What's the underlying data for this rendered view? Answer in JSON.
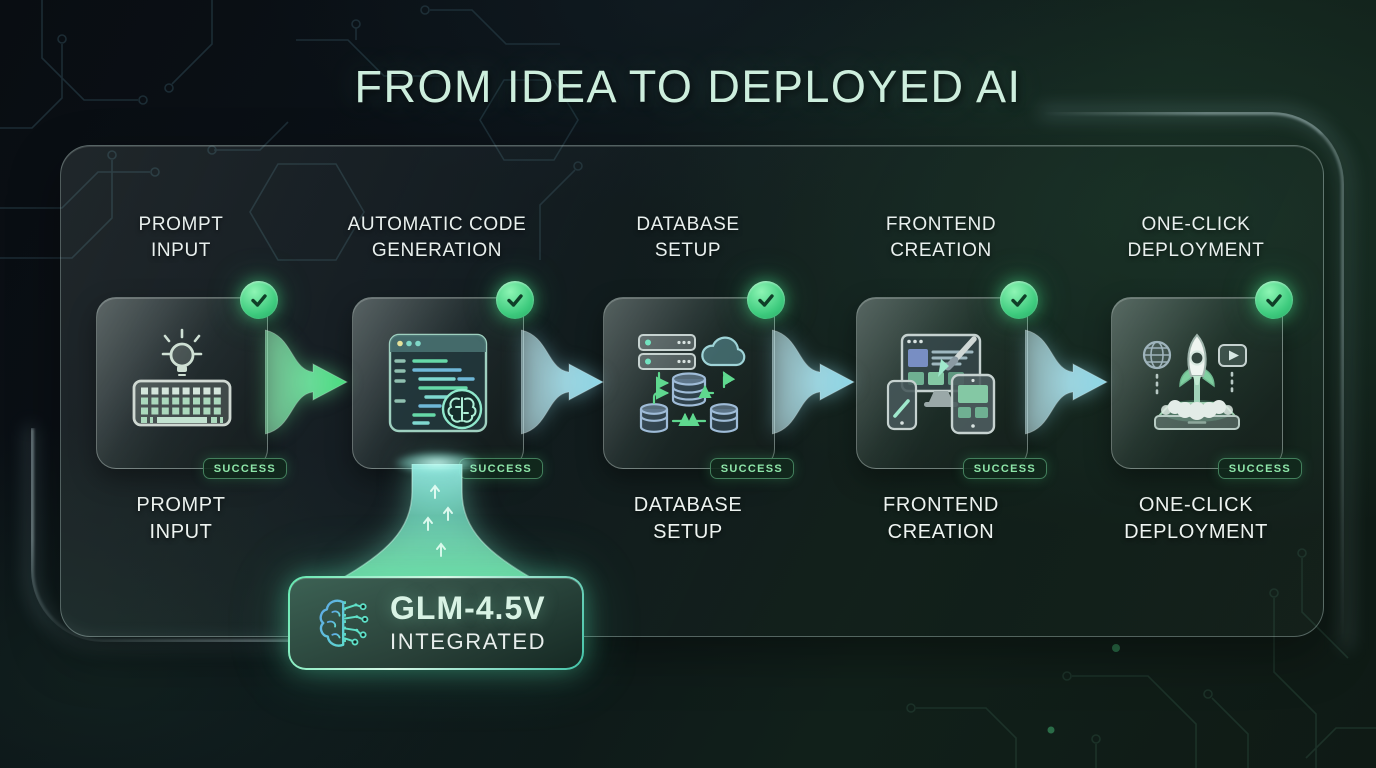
{
  "title": "FROM IDEA TO DEPLOYED AI",
  "steps": [
    {
      "title": "PROMPT\nINPUT",
      "caption": "PROMPT\nINPUT",
      "status": "SUCCESS",
      "icon": "lightbulb-keyboard-icon"
    },
    {
      "title": "AUTOMATIC CODE\nGENERATION",
      "caption": "",
      "status": "SUCCESS",
      "icon": "code-window-brain-icon"
    },
    {
      "title": "DATABASE\nSETUP",
      "caption": "DATABASE\nSETUP",
      "status": "SUCCESS",
      "icon": "servers-cloud-database-icon"
    },
    {
      "title": "FRONTEND\nCREATION",
      "caption": "FRONTEND\nCREATION",
      "status": "SUCCESS",
      "icon": "responsive-design-brush-icon"
    },
    {
      "title": "ONE-CLICK\nDEPLOYMENT",
      "caption": "ONE-CLICK\nDEPLOYMENT",
      "status": "SUCCESS",
      "icon": "rocket-launch-icon"
    }
  ],
  "integration": {
    "model": "GLM-4.5V",
    "label": "INTEGRATED",
    "icon": "brain-circuit-icon"
  },
  "badges": {
    "check_icon": "check-icon"
  },
  "colors": {
    "title_text": "#cdeedd",
    "success_text": "#8ee6a9",
    "model_text": "#d9f3e5",
    "arrow_green": "#5fe08f",
    "arrow_cyan": "#8fd8e8",
    "check_green": "#3ecb7e",
    "badge_border": "#63e8b0"
  }
}
